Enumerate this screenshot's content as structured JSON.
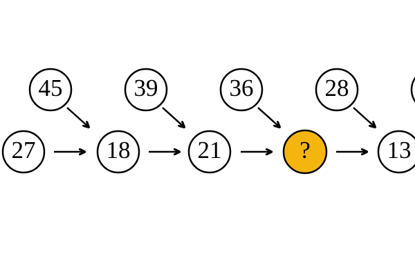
{
  "colors": {
    "background": "#ffffff",
    "stroke": "#000000",
    "highlight": "#f5b50f"
  },
  "top_row": [
    "45",
    "39",
    "36",
    "28",
    ""
  ],
  "bottom_row": [
    "27",
    "18",
    "21",
    "?",
    "13"
  ],
  "highlight_node": "bottom-4"
}
